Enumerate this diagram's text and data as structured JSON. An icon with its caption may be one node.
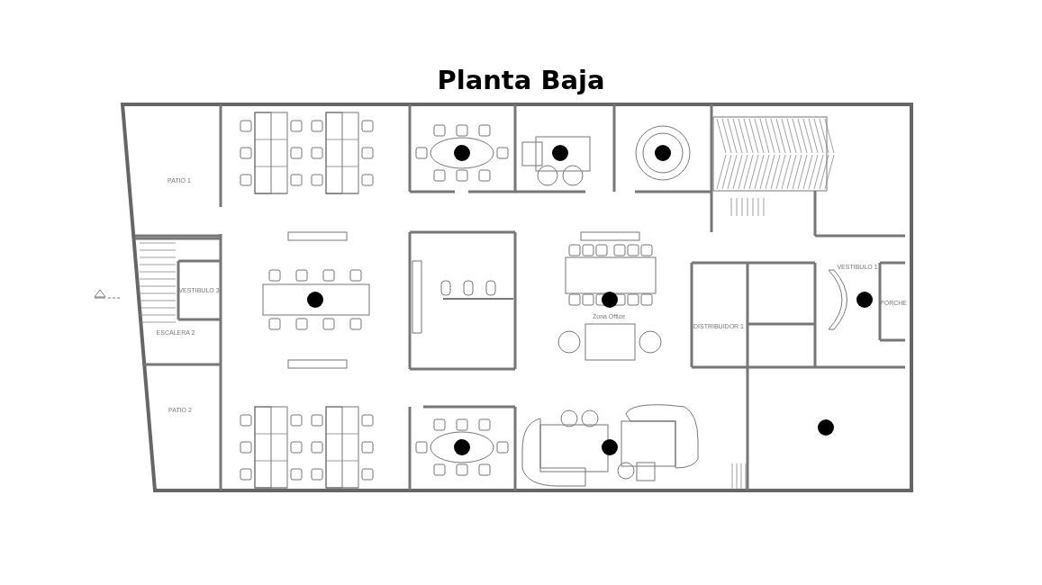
{
  "diagram": {
    "title": "Planta Baja",
    "labels": [
      "PATIO 1",
      "VESTIBULO 3",
      "ESCALERA 2",
      "PATIO 2",
      "Zona Office",
      "DISTRIBUIDOR 1",
      "VESTIBULO 1",
      "PORCHE"
    ]
  }
}
